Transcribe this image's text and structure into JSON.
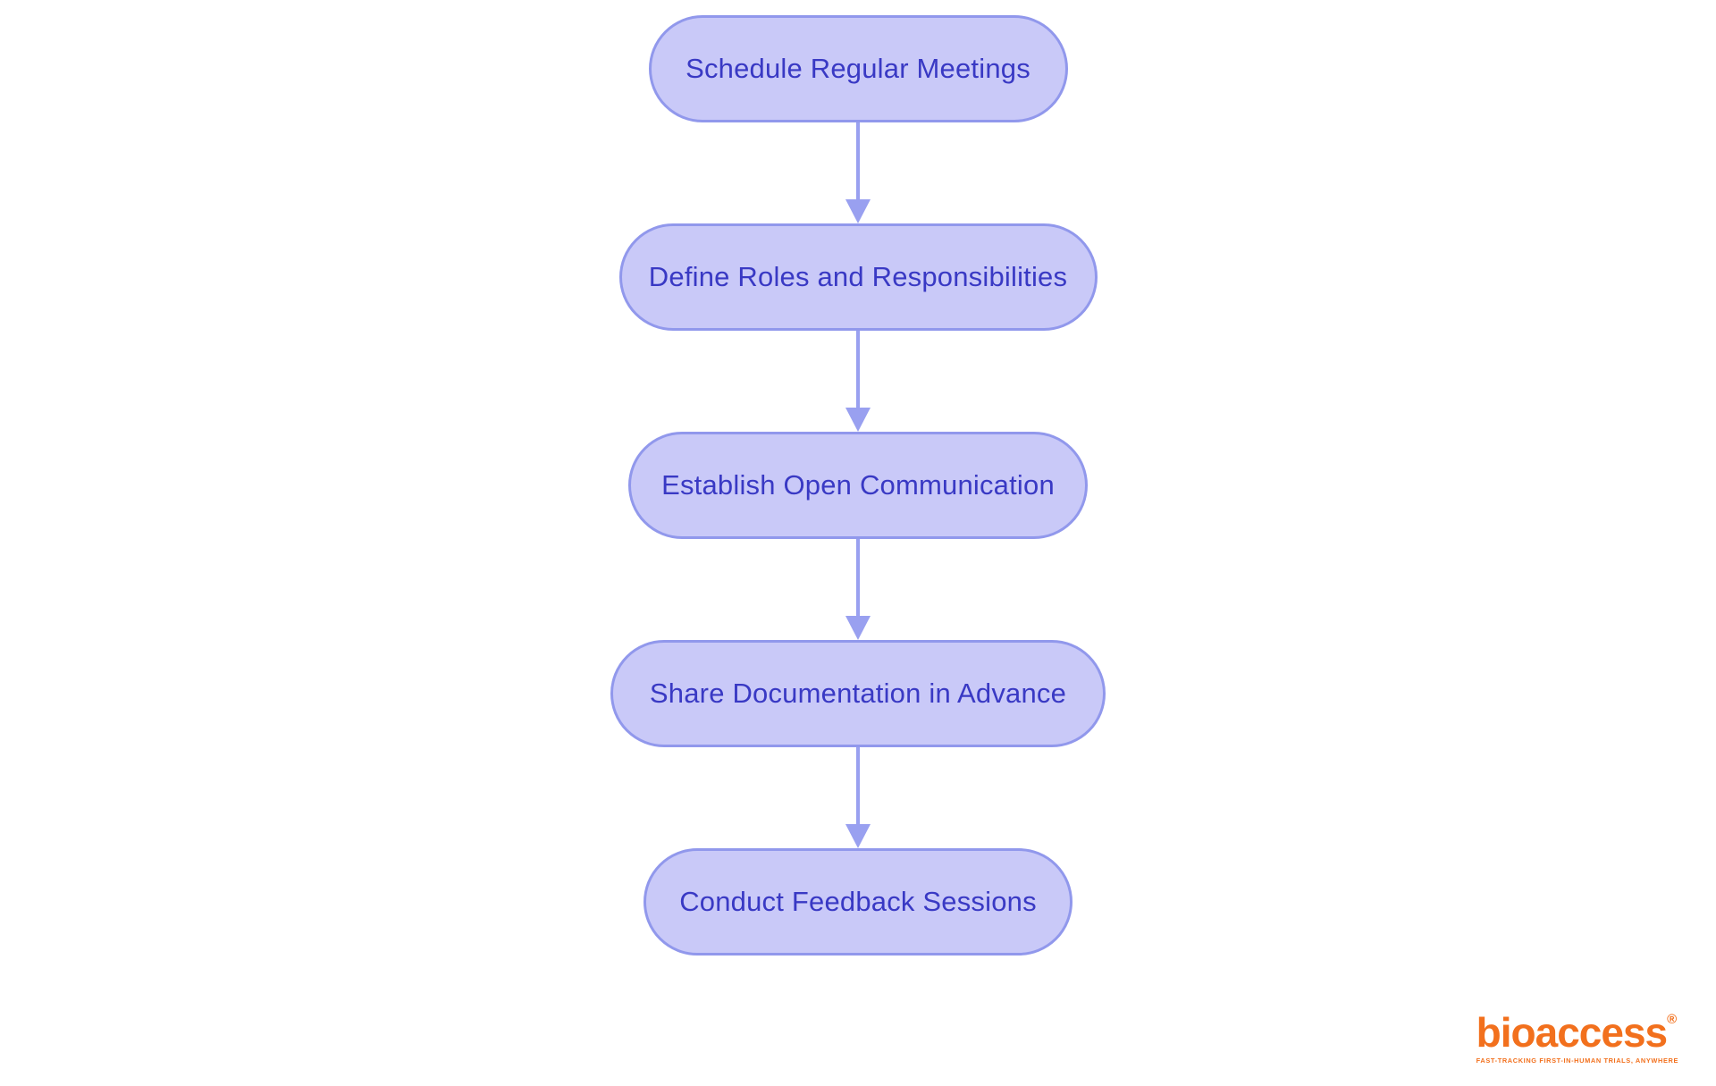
{
  "flowchart": {
    "type": "vertical-flowchart",
    "nodes": [
      {
        "id": 1,
        "label": "Schedule Regular Meetings"
      },
      {
        "id": 2,
        "label": "Define Roles and Responsibilities"
      },
      {
        "id": 3,
        "label": "Establish Open Communication"
      },
      {
        "id": 4,
        "label": "Share Documentation in Advance"
      },
      {
        "id": 5,
        "label": "Conduct Feedback Sessions"
      }
    ],
    "edges": [
      {
        "from": 1,
        "to": 2
      },
      {
        "from": 2,
        "to": 3
      },
      {
        "from": 3,
        "to": 4
      },
      {
        "from": 4,
        "to": 5
      }
    ],
    "colors": {
      "background": "#ffffff",
      "node_fill": "#c9c9f8",
      "node_border": "#9198ec",
      "node_text": "#3939c4",
      "arrow": "#99a0f0"
    }
  },
  "branding": {
    "logo_text": "bioaccess",
    "registered_mark": "®",
    "tagline": "FAST-TRACKING FIRST-IN-HUMAN TRIALS, ANYWHERE",
    "logo_color": "#f2701d"
  }
}
